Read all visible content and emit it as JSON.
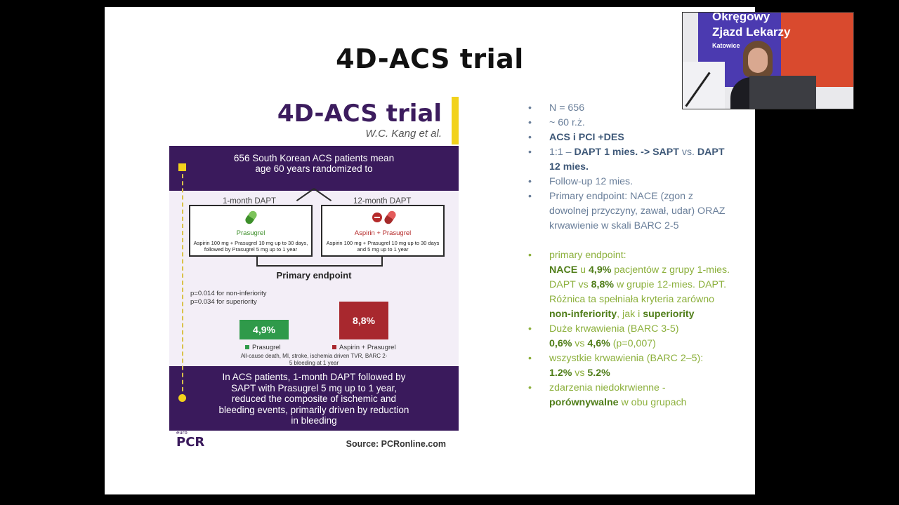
{
  "slide": {
    "title": "4D-ACS trial"
  },
  "infographic": {
    "title": "4D-ACS trial",
    "author": "W.C. Kang et al.",
    "population": "656 South Korean ACS patients mean age 60 years randomized to",
    "arm1": {
      "label": "1-month DAPT",
      "drug": "Prasugrel",
      "regimen": "Aspirin 100 mg + Prasugrel 10 mg up to 30 days, followed by Prasugrel 5 mg up to 1 year"
    },
    "arm2": {
      "label": "12-month DAPT",
      "drug": "Aspirin + Prasugrel",
      "regimen": "Aspirin 100 mg + Prasugrel 10 mg up to 30 days and 5 mg up to 1 year"
    },
    "primary_endpoint": "Primary endpoint",
    "p_noninferiority": "p=0.014 for non-inferiority",
    "p_superiority": "p=0.034 for superiority",
    "result1": "4,9%",
    "result2": "8,8%",
    "legend1": "Prasugrel",
    "legend2": "Aspirin + Prasugrel",
    "composite": "All-cause death, MI, stroke, ischemia driven TVR, BARC 2-5 bleeding at 1 year",
    "conclusion": "In ACS patients, 1-month DAPT followed by SAPT with Prasugrel 5 mg up to 1 year, reduced the composite of ischemic and bleeding events, primarily driven by reduction in bleeding",
    "logo_small": "euro",
    "logo": "PCR",
    "source": "Source: PCRonline.com",
    "colors": {
      "purple": "#3a1a5c",
      "yellow": "#f2d21c",
      "green": "#2f9a4a",
      "red": "#a8282e"
    }
  },
  "bullets": {
    "b1": "N = 656",
    "b2": "~ 60 r.ż.",
    "b3": "ACS i PCI +DES",
    "b4_a": "1:1 – ",
    "b4_b": "DAPT 1 mies. -> SAPT",
    "b4_c": " vs. ",
    "b4_d": "DAPT 12 mies.",
    "b5": "Follow-up 12 mies.",
    "b6": "Primary endpoint: NACE (zgon z dowolnej przyczyny, zawał, udar) ORAZ krwawienie w skali BARC 2-5",
    "g1_a": "primary endpoint:",
    "g1_b": "NACE",
    "g1_c": " u ",
    "g1_d": "4,9%",
    "g1_e": " pacjentów z grupy 1-mies. DAPT vs ",
    "g1_f": "8,8%",
    "g1_g": " w grupie 12-mies. DAPT. Różnica ta spełniała kryteria zarówno ",
    "g1_h": "non-inferiority",
    "g1_i": ", jak i ",
    "g1_j": "superiority",
    "g2_a": "Duże krwawienia (BARC 3-5)",
    "g2_b": "0,6%",
    "g2_c": " vs ",
    "g2_d": "4,6%",
    "g2_e": " (p=0,007)",
    "g3_a": "wszystkie krwawienia (BARC 2–5):",
    "g3_b": "1.2%",
    "g3_c": " vs ",
    "g3_d": "5.2%",
    "g4_a": "zdarzenia niedokrwienne - ",
    "g4_b": "porównywalne",
    "g4_c": " w obu grupach",
    "colors": {
      "blue_text": "#6a7f9a",
      "green_text": "#8cb03c"
    }
  },
  "webcam": {
    "banner_line1": "Okręgowy",
    "banner_line2": "Zjazd Lekarzy",
    "banner_city": "Katowice"
  }
}
